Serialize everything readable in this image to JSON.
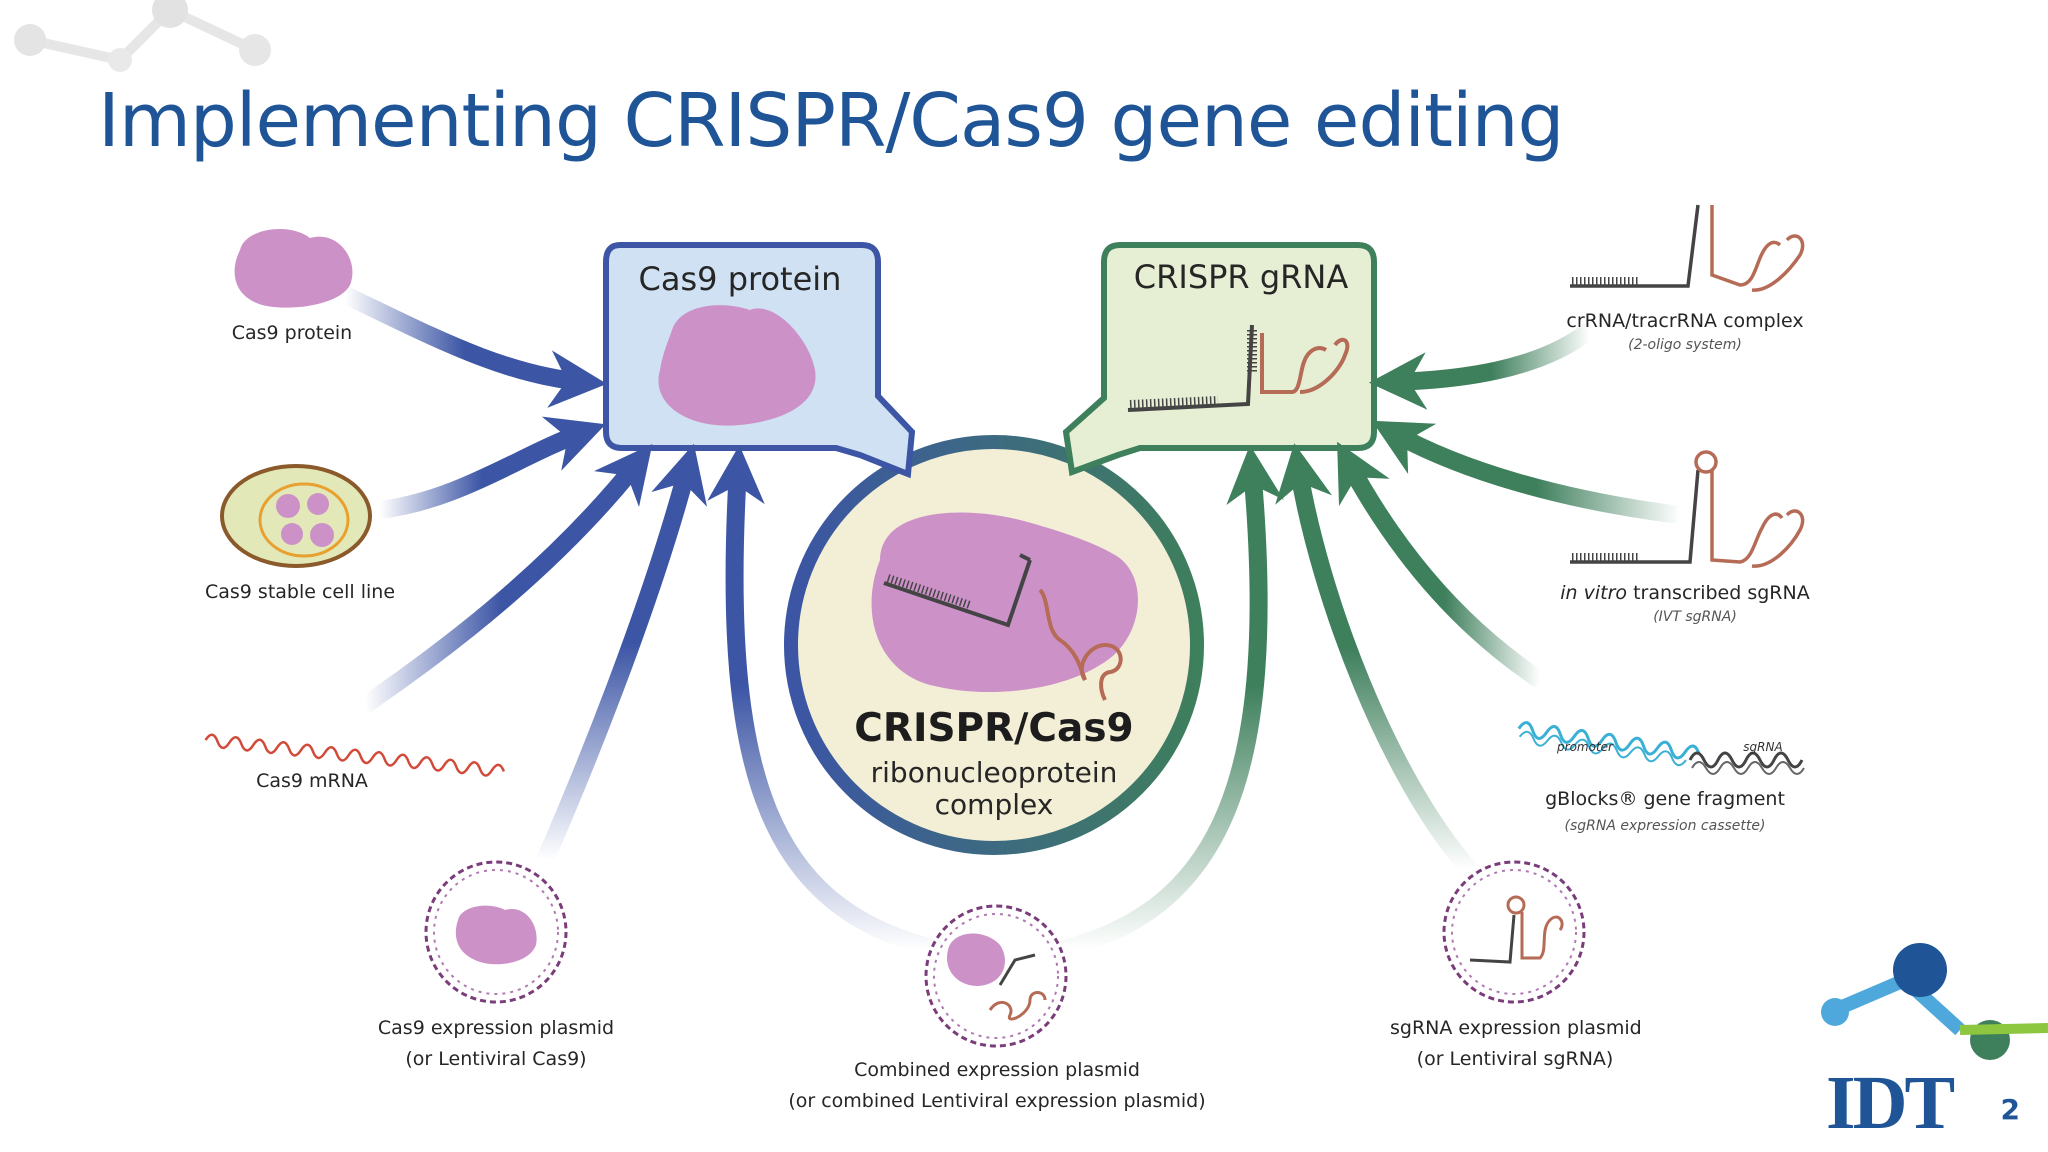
{
  "slide": {
    "title": "Implementing CRISPR/Cas9 gene editing",
    "page_number": "2",
    "logo_text": "IDT"
  },
  "center": {
    "heading": "CRISPR/Cas9",
    "line2": "ribonucleoprotein",
    "line3": "complex"
  },
  "boxes": {
    "protein": "Cas9 protein",
    "grna": "CRISPR gRNA"
  },
  "left_sources": {
    "cas9_protein": "Cas9 protein",
    "cell_line": "Cas9 stable cell line",
    "mrna": "Cas9 mRNA",
    "plasmid_1": "Cas9 expression plasmid",
    "plasmid_2": "(or Lentiviral Cas9)"
  },
  "bottom_center": {
    "line1": "Combined expression plasmid",
    "line2": "(or combined Lentiviral expression plasmid)"
  },
  "right_sources": {
    "crrna": "crRNA/tracrRNA complex",
    "crrna_sub": "(2-oligo system)",
    "ivt_italic": "in vitro",
    "ivt_rest": " transcribed sgRNA",
    "ivt_sub": "(IVT sgRNA)",
    "gblocks": "gBlocks® gene fragment",
    "gblocks_sub": "(sgRNA expression cassette)",
    "promoter": "promoter",
    "sgrna": "sgRNA",
    "sg_plasmid_1": "sgRNA expression plasmid",
    "sg_plasmid_2": "(or Lentiviral sgRNA)"
  },
  "colors": {
    "title": "#1f5597",
    "blue_arrow": "#3c55a5",
    "green_arrow": "#3e7f5c",
    "cas9_purple": "#cc92c8",
    "protein_box_fill": "#cfe1f2",
    "grna_box_fill": "#e6efd4",
    "center_fill": "#f3efd6",
    "rna_brown": "#b56b55"
  }
}
